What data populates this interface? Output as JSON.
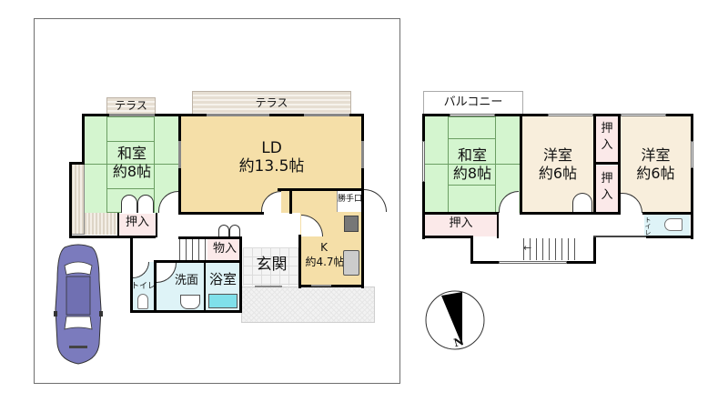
{
  "floor1": {
    "terrace_small": "テラス",
    "terrace_large": "テラス",
    "washitsu": {
      "name": "和室",
      "size": "約8帖"
    },
    "ld": {
      "name": "LD",
      "size": "約13.5帖"
    },
    "oshiire": "押入",
    "kitchen": {
      "name": "K",
      "size": "約4.7帖"
    },
    "katteguchi": "勝手口",
    "monoire": "物入",
    "genkan": "玄関",
    "senmen": "洗面",
    "yokushitsu": "浴室",
    "toilet": "トイレ"
  },
  "floor2": {
    "balcony": "バルコニー",
    "washitsu": {
      "name": "和室",
      "size": "約8帖"
    },
    "youshitsu1": {
      "name": "洋室",
      "size": "約6帖"
    },
    "youshitsu2": {
      "name": "洋室",
      "size": "約6帖"
    },
    "oshiire_top": "押\n入",
    "oshiire_mid": "押\n入",
    "oshiire_bottom": "押入",
    "toilet": "トイレ"
  },
  "compass": {
    "label": "N"
  },
  "colors": {
    "tatami": "#d4f5cf",
    "ld": "#f5dfa8",
    "western": "#f8eedc",
    "closet": "#fbe9e9",
    "wet": "#def3f7",
    "car": "#7b7bbd"
  },
  "car": {
    "icon": "car-icon"
  }
}
